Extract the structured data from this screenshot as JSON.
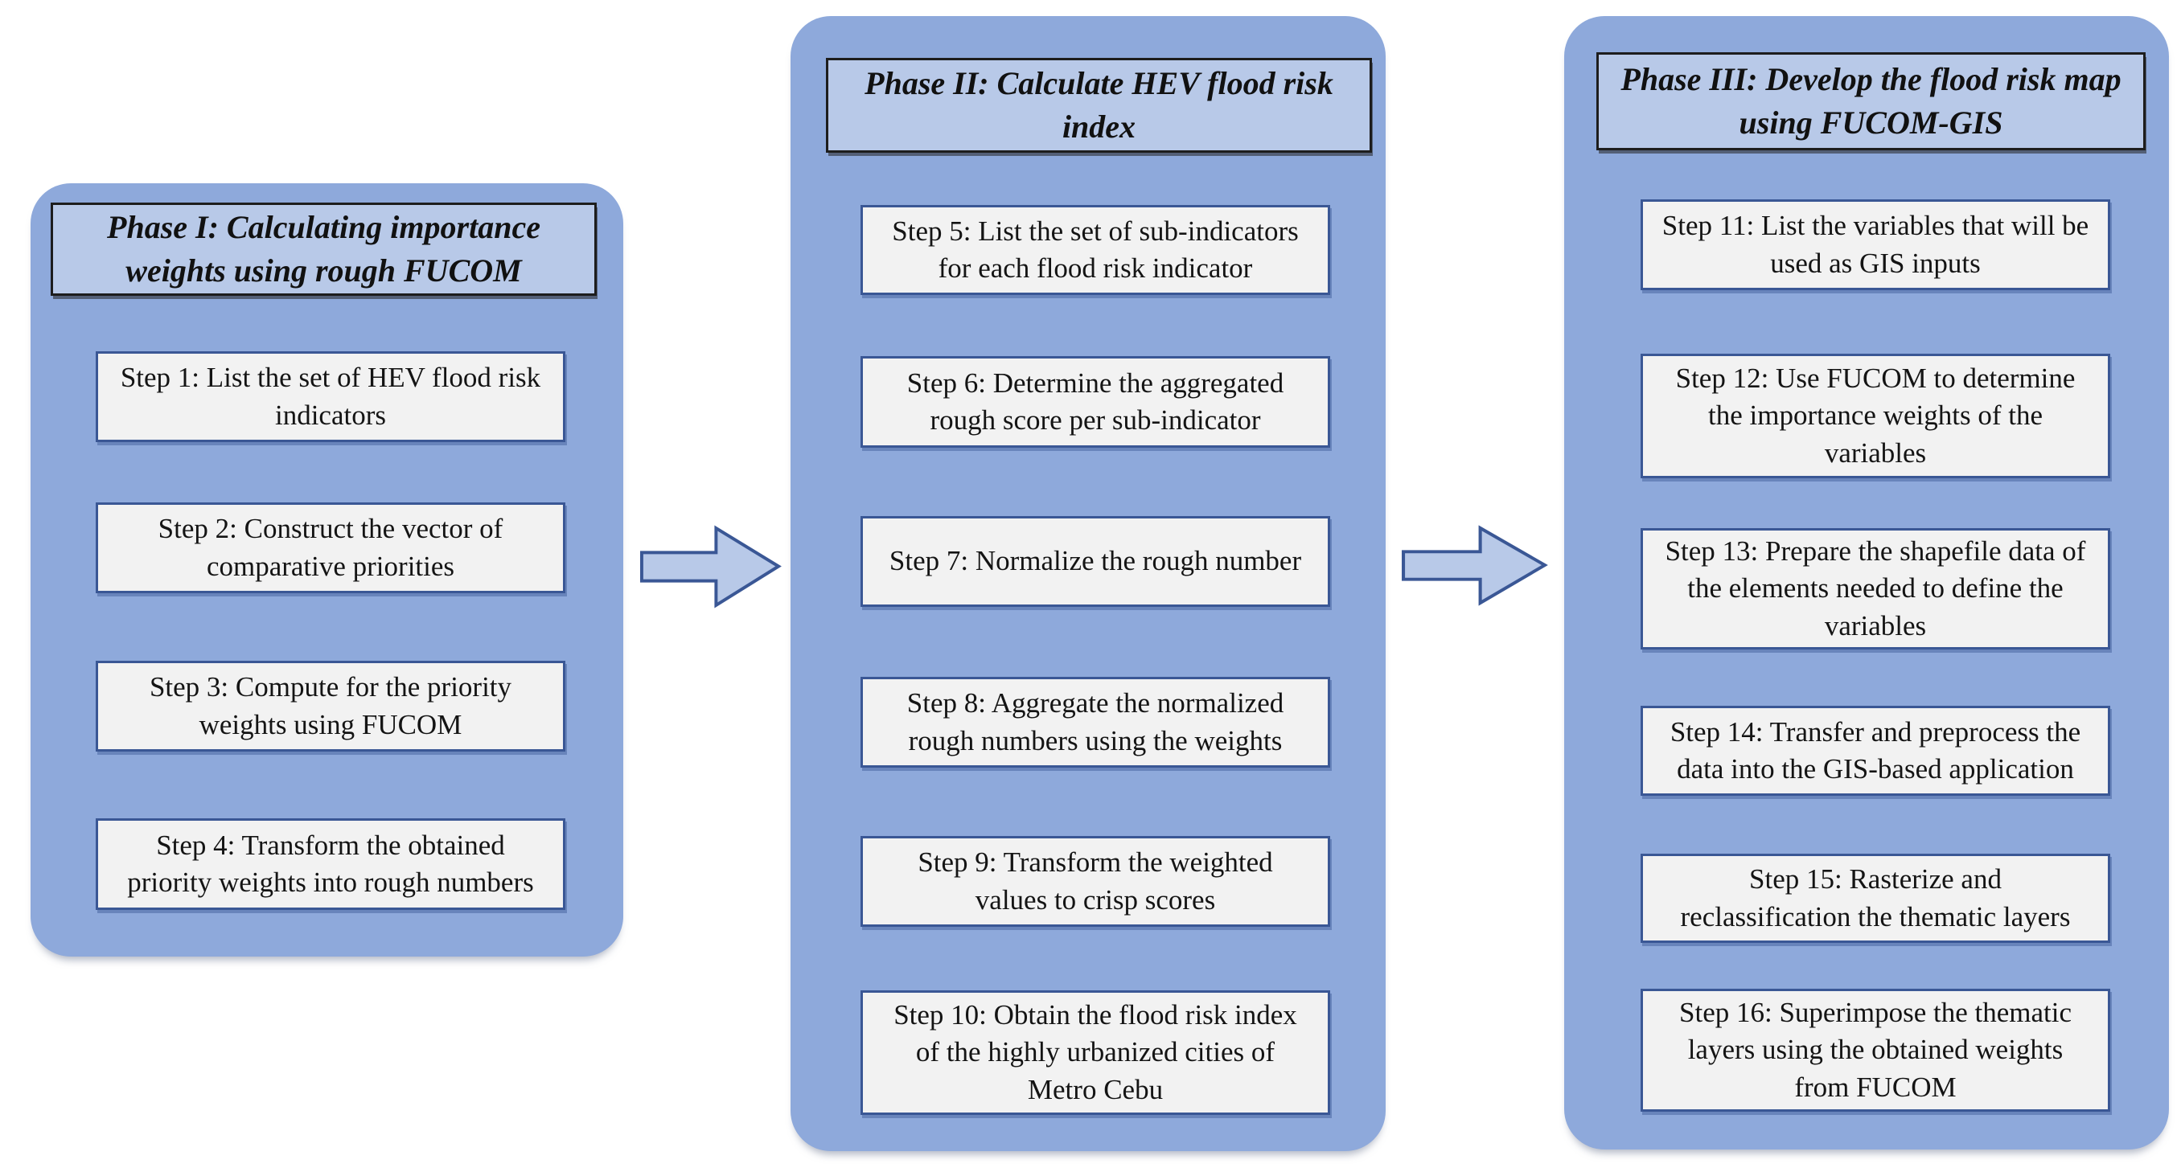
{
  "figure": {
    "type": "process-flow-diagram",
    "description_visible_text_only": true
  },
  "colors": {
    "phase_container_fill": "#8ea9db",
    "phase_header_fill": "#b8c9e8",
    "phase_header_border": "#1d1d1d",
    "step_fill": "#f2f2f2",
    "step_border": "#3a5795",
    "arrow_fill": "#b8c9e8",
    "arrow_border": "#3a5795",
    "text_color": "#111111",
    "page_background": "#ffffff"
  },
  "icons": {
    "arrow_1": "right-block-arrow",
    "arrow_2": "right-block-arrow"
  },
  "phases": [
    {
      "title": "Phase I: Calculating importance\nweights using rough FUCOM",
      "steps": [
        "Step 1: List the set of HEV flood risk\nindicators",
        "Step 2: Construct the vector of\ncomparative priorities",
        "Step 3: Compute for the priority\nweights using FUCOM",
        "Step 4: Transform the obtained\npriority weights into rough numbers"
      ]
    },
    {
      "title": "Phase II: Calculate HEV flood risk\nindex",
      "steps": [
        "Step 5: List the set of sub-indicators\nfor each flood risk indicator",
        "Step 6: Determine the aggregated\nrough score per sub-indicator",
        "Step 7: Normalize the rough number",
        "Step 8: Aggregate the normalized\nrough numbers using the weights",
        "Step 9: Transform the weighted\nvalues to crisp scores",
        "Step 10: Obtain the flood risk index\nof the highly urbanized cities of\nMetro Cebu"
      ]
    },
    {
      "title": "Phase III: Develop the flood risk map\nusing FUCOM-GIS",
      "steps": [
        "Step 11: List the variables that will be\nused as GIS inputs",
        "Step 12: Use FUCOM to determine\nthe importance weights of the\nvariables",
        "Step 13: Prepare the shapefile data of\nthe elements needed to define the\nvariables",
        "Step 14: Transfer and preprocess the\ndata into the GIS-based application",
        "Step 15: Rasterize and\nreclassification the thematic layers",
        "Step 16: Superimpose the thematic\nlayers using the obtained weights\nfrom FUCOM"
      ]
    }
  ]
}
